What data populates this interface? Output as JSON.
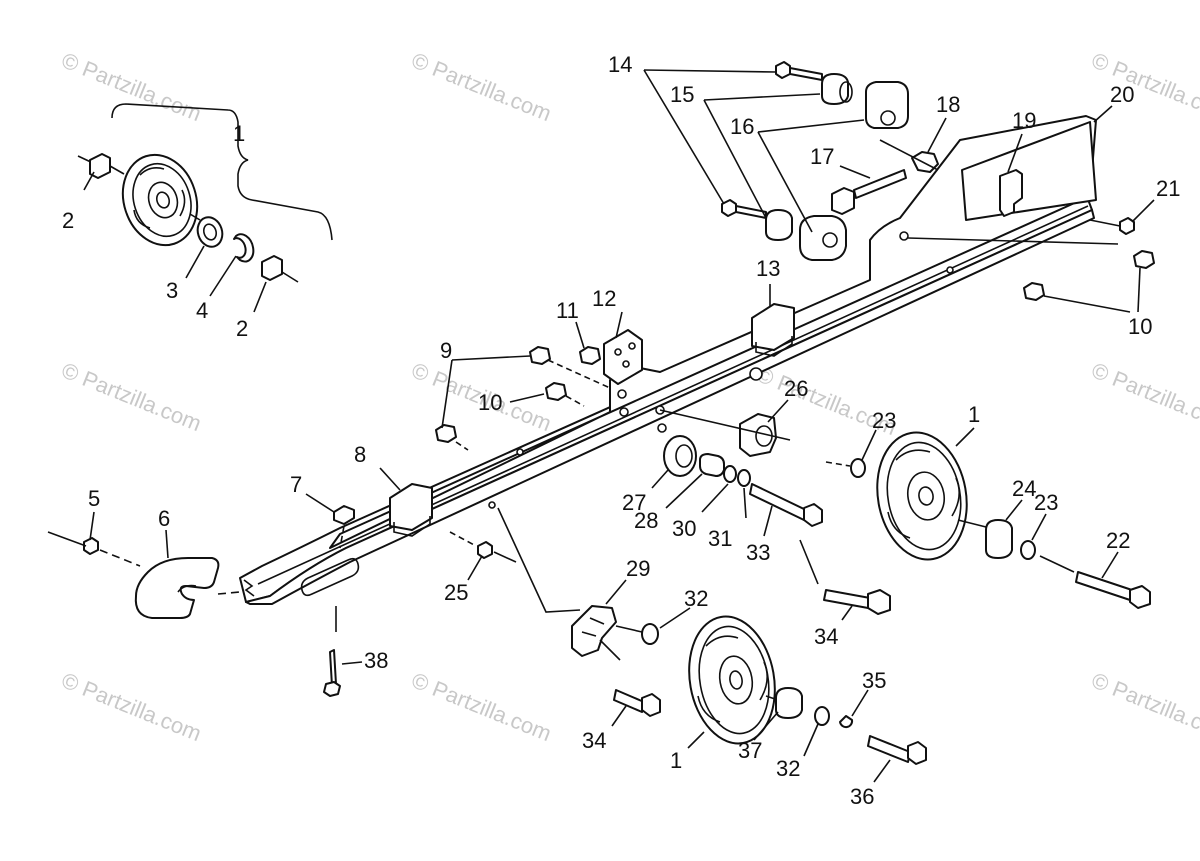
{
  "diagram": {
    "watermark_text": "© Partzilla.com",
    "callouts": [
      {
        "id": "c1a",
        "label": "1"
      },
      {
        "id": "c2a",
        "label": "2"
      },
      {
        "id": "c3",
        "label": "3"
      },
      {
        "id": "c4",
        "label": "4"
      },
      {
        "id": "c2b",
        "label": "2"
      },
      {
        "id": "c14",
        "label": "14"
      },
      {
        "id": "c15",
        "label": "15"
      },
      {
        "id": "c16",
        "label": "16"
      },
      {
        "id": "c17",
        "label": "17"
      },
      {
        "id": "c18",
        "label": "18"
      },
      {
        "id": "c19",
        "label": "19"
      },
      {
        "id": "c20",
        "label": "20"
      },
      {
        "id": "c21",
        "label": "21"
      },
      {
        "id": "c10a",
        "label": "10"
      },
      {
        "id": "c13",
        "label": "13"
      },
      {
        "id": "c11",
        "label": "11"
      },
      {
        "id": "c12",
        "label": "12"
      },
      {
        "id": "c9",
        "label": "9"
      },
      {
        "id": "c10b",
        "label": "10"
      },
      {
        "id": "c26",
        "label": "26"
      },
      {
        "id": "c23a",
        "label": "23"
      },
      {
        "id": "c1b",
        "label": "1"
      },
      {
        "id": "c8",
        "label": "8"
      },
      {
        "id": "c7",
        "label": "7"
      },
      {
        "id": "c5",
        "label": "5"
      },
      {
        "id": "c6",
        "label": "6"
      },
      {
        "id": "c27",
        "label": "27"
      },
      {
        "id": "c28",
        "label": "28"
      },
      {
        "id": "c30",
        "label": "30"
      },
      {
        "id": "c31",
        "label": "31"
      },
      {
        "id": "c33",
        "label": "33"
      },
      {
        "id": "c24",
        "label": "24"
      },
      {
        "id": "c23b",
        "label": "23"
      },
      {
        "id": "c22",
        "label": "22"
      },
      {
        "id": "c25",
        "label": "25"
      },
      {
        "id": "c29",
        "label": "29"
      },
      {
        "id": "c32a",
        "label": "32"
      },
      {
        "id": "c34a",
        "label": "34"
      },
      {
        "id": "c38",
        "label": "38"
      },
      {
        "id": "c34b",
        "label": "34"
      },
      {
        "id": "c1c",
        "label": "1"
      },
      {
        "id": "c37",
        "label": "37"
      },
      {
        "id": "c32b",
        "label": "32"
      },
      {
        "id": "c35",
        "label": "35"
      },
      {
        "id": "c36",
        "label": "36"
      }
    ]
  }
}
